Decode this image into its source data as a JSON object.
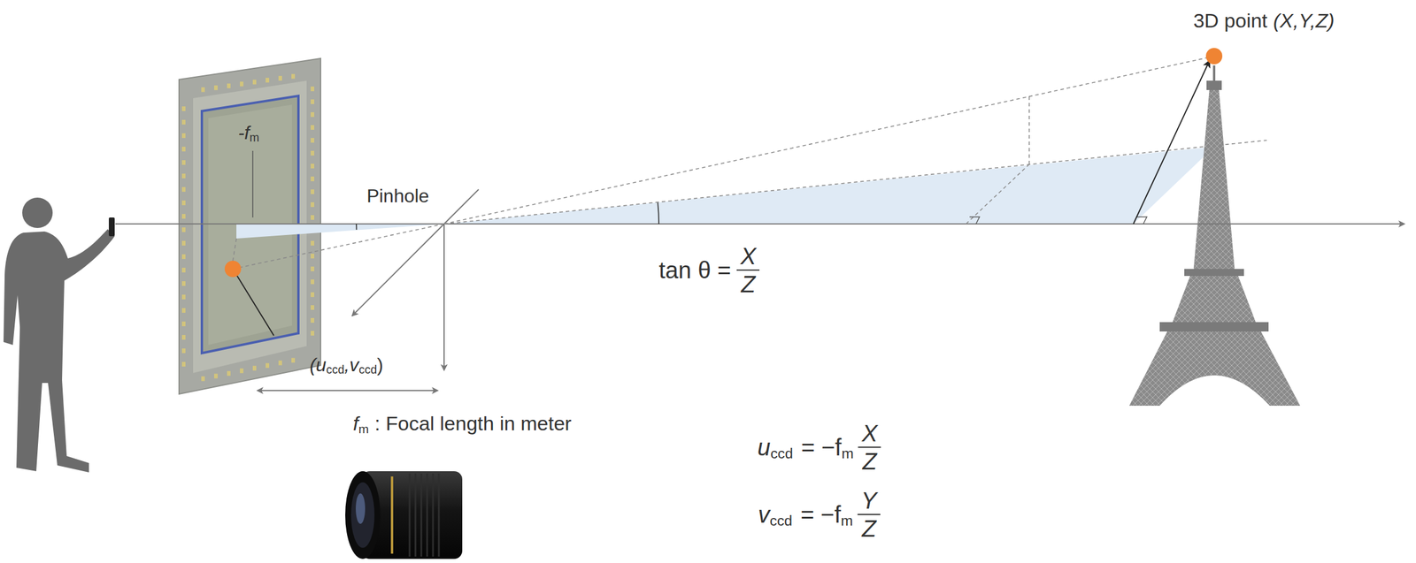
{
  "diagram": {
    "labels": [
      "3D point",
      "(X,Y,Z)",
      "-f",
      "m",
      "Pinhole",
      "tan θ =",
      "X",
      "Z",
      "(u",
      "ccd",
      ",v",
      "ccd",
      ")",
      "f",
      "m",
      ": Focal length in meter",
      "u",
      "ccd",
      "= −f",
      "m",
      "X",
      "Z",
      "v",
      "ccd",
      "= −f",
      "m",
      "Y",
      "Z"
    ]
  }
}
